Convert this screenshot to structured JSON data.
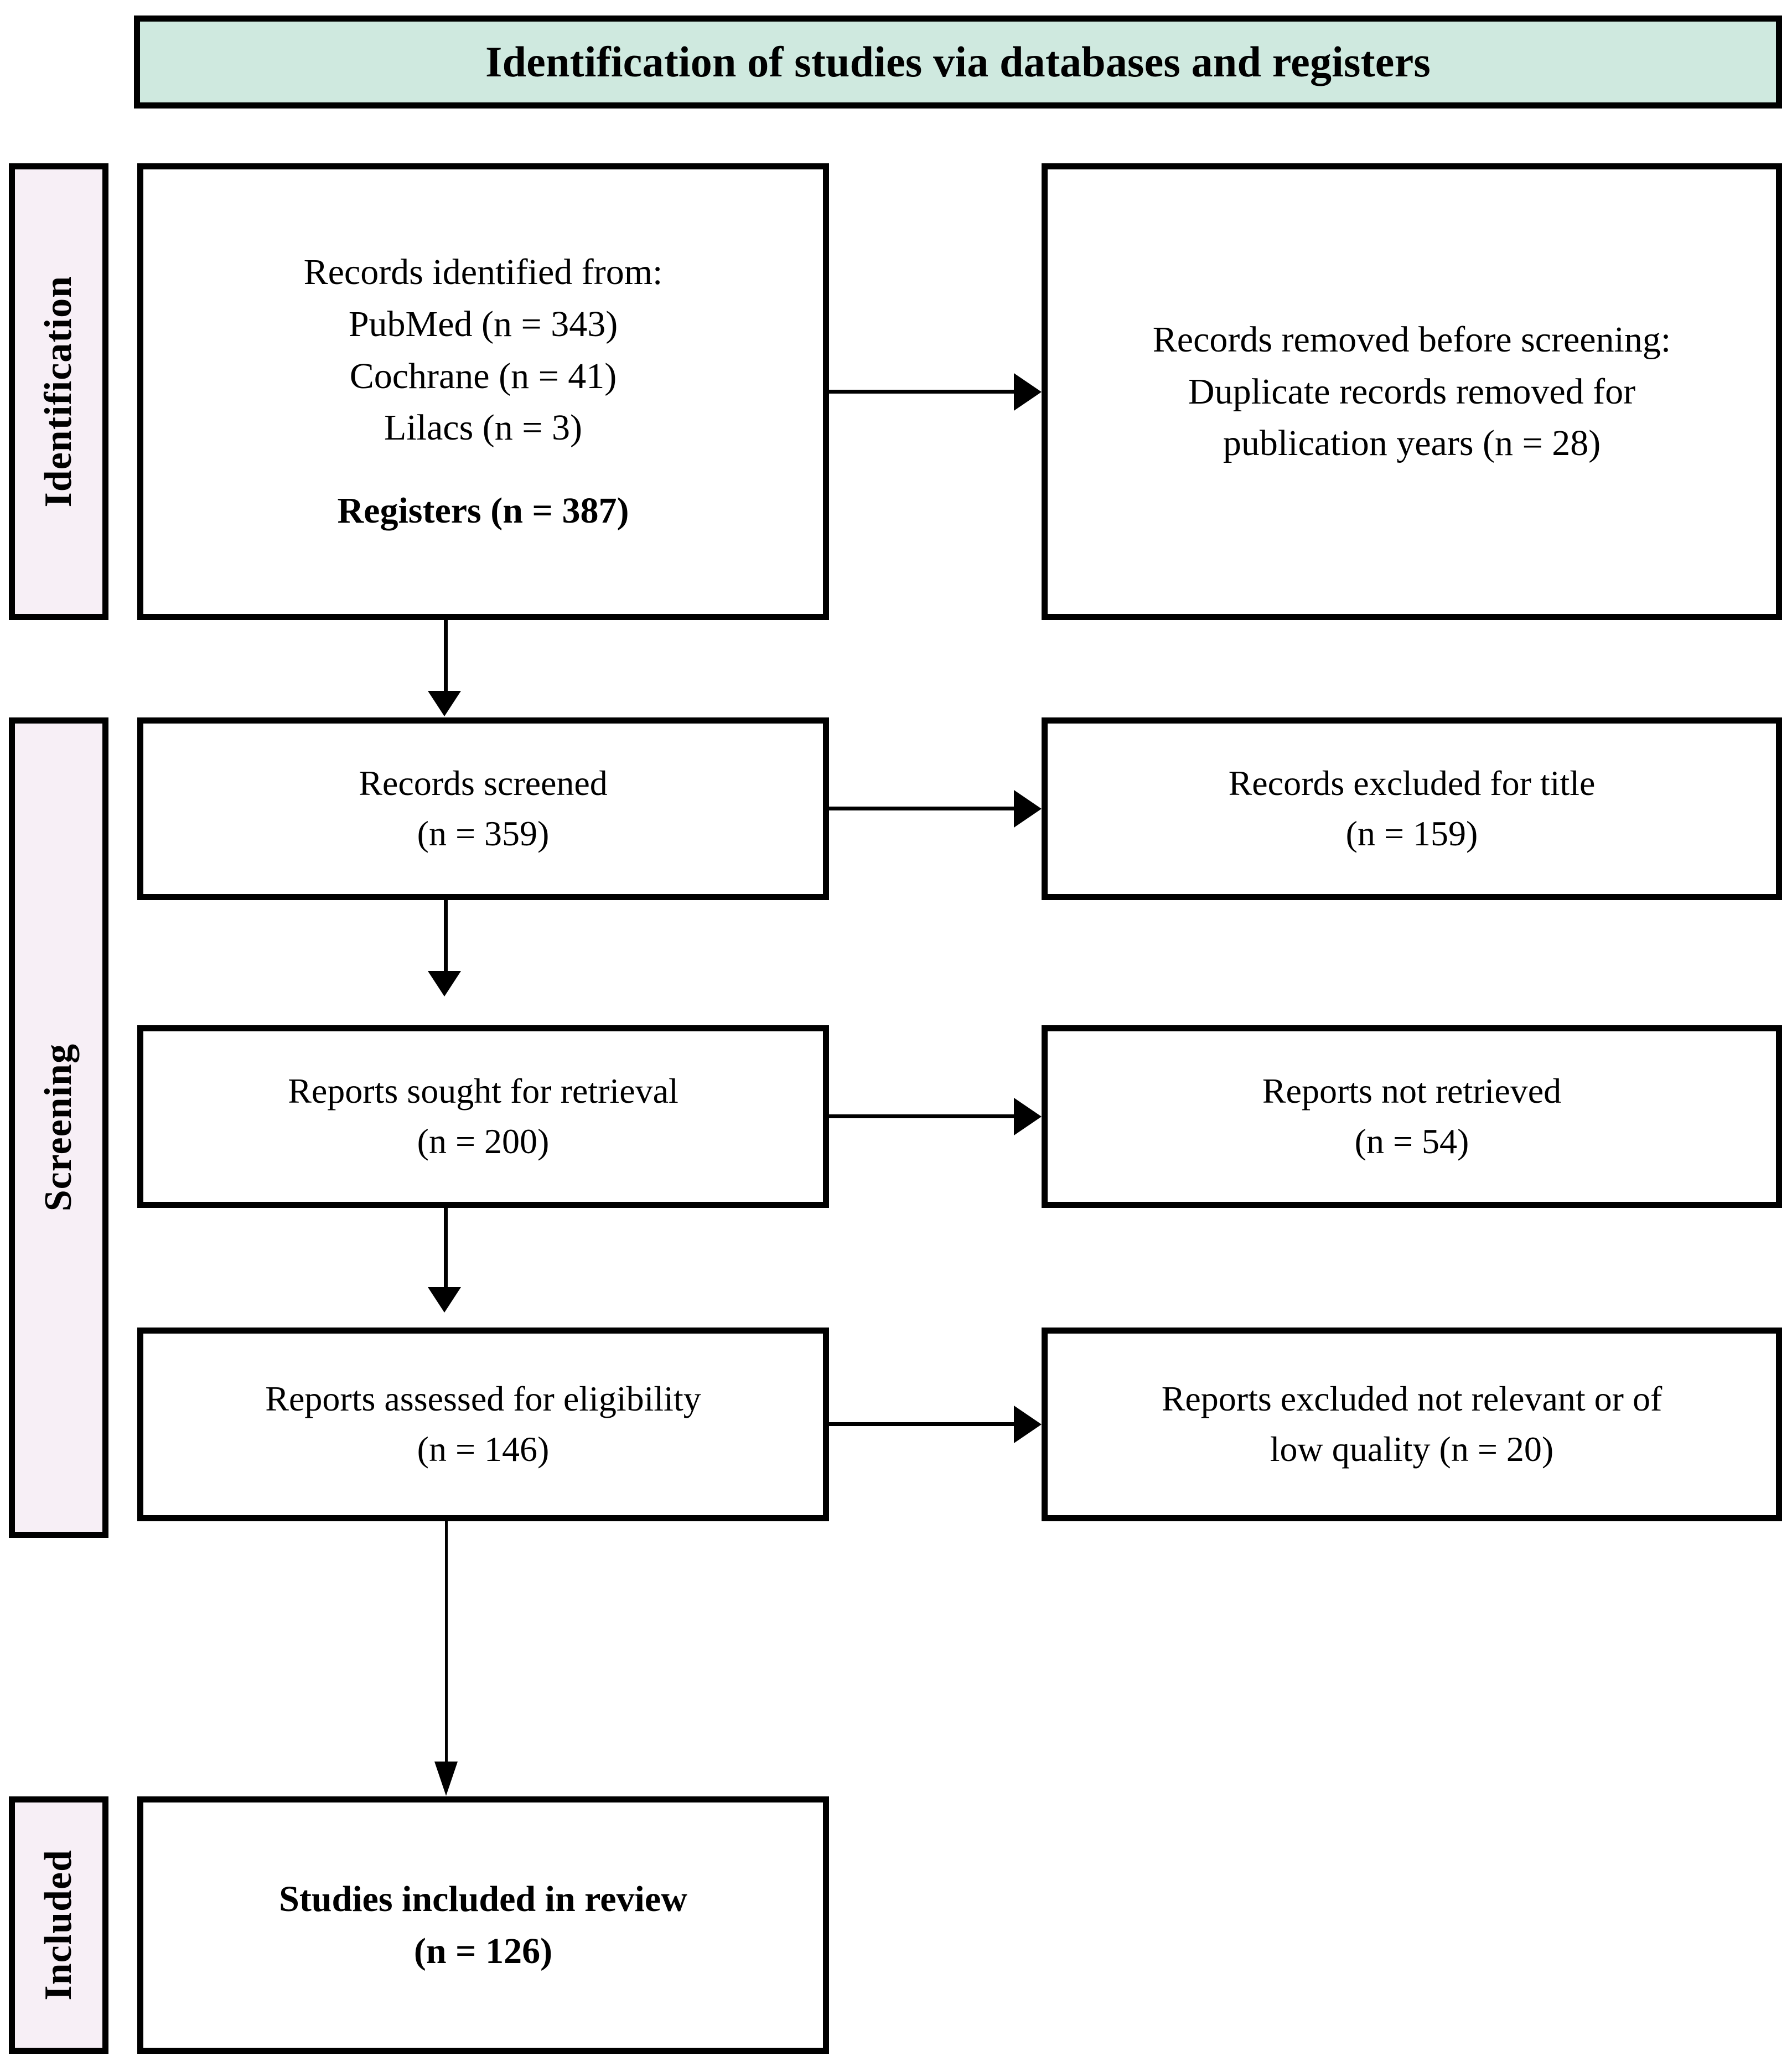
{
  "diagram": {
    "type": "prisma-flow-diagram",
    "header": {
      "title": "Identification of studies via databases and registers",
      "background_color": "#cfe9df"
    },
    "stages": [
      {
        "id": "identification",
        "label": "Identification",
        "background_color": "#f7eff6"
      },
      {
        "id": "screening",
        "label": "Screening",
        "background_color": "#f7eff6"
      },
      {
        "id": "included",
        "label": "Included",
        "background_color": "#f7eff6"
      }
    ],
    "boxes": {
      "records_identified": {
        "line1": "Records identified from:",
        "line2": "PubMed (n = 343)",
        "line3": "Cochrane (n = 41)",
        "line4": "Lilacs (n = 3)",
        "line5": "Registers (n = 387)"
      },
      "records_removed": {
        "line1": "Records removed before screening:",
        "line2": "Duplicate records removed for",
        "line3": "publication years (n = 28)"
      },
      "records_screened": {
        "line1": "Records screened",
        "line2": "(n = 359)"
      },
      "records_excluded_title": {
        "line1": "Records excluded for title",
        "line2": "(n = 159)"
      },
      "reports_sought": {
        "line1": "Reports sought for retrieval",
        "line2": "(n = 200)"
      },
      "reports_not_retrieved": {
        "line1": "Reports not retrieved",
        "line2": "(n = 54)"
      },
      "reports_assessed": {
        "line1": "Reports assessed for eligibility",
        "line2": "(n = 146)"
      },
      "reports_excluded_quality": {
        "line1": "Reports excluded not relevant or of",
        "line2": "low quality (n = 20)"
      },
      "studies_included": {
        "line1": "Studies included in review",
        "line2": "(n = 126)"
      }
    },
    "counts": {
      "pubmed": 343,
      "cochrane": 41,
      "lilacs": 3,
      "registers_total": 387,
      "duplicates_removed": 28,
      "records_screened": 359,
      "excluded_for_title": 159,
      "reports_sought": 200,
      "reports_not_retrieved": 54,
      "reports_assessed": 146,
      "reports_excluded": 20,
      "studies_included": 126
    }
  }
}
